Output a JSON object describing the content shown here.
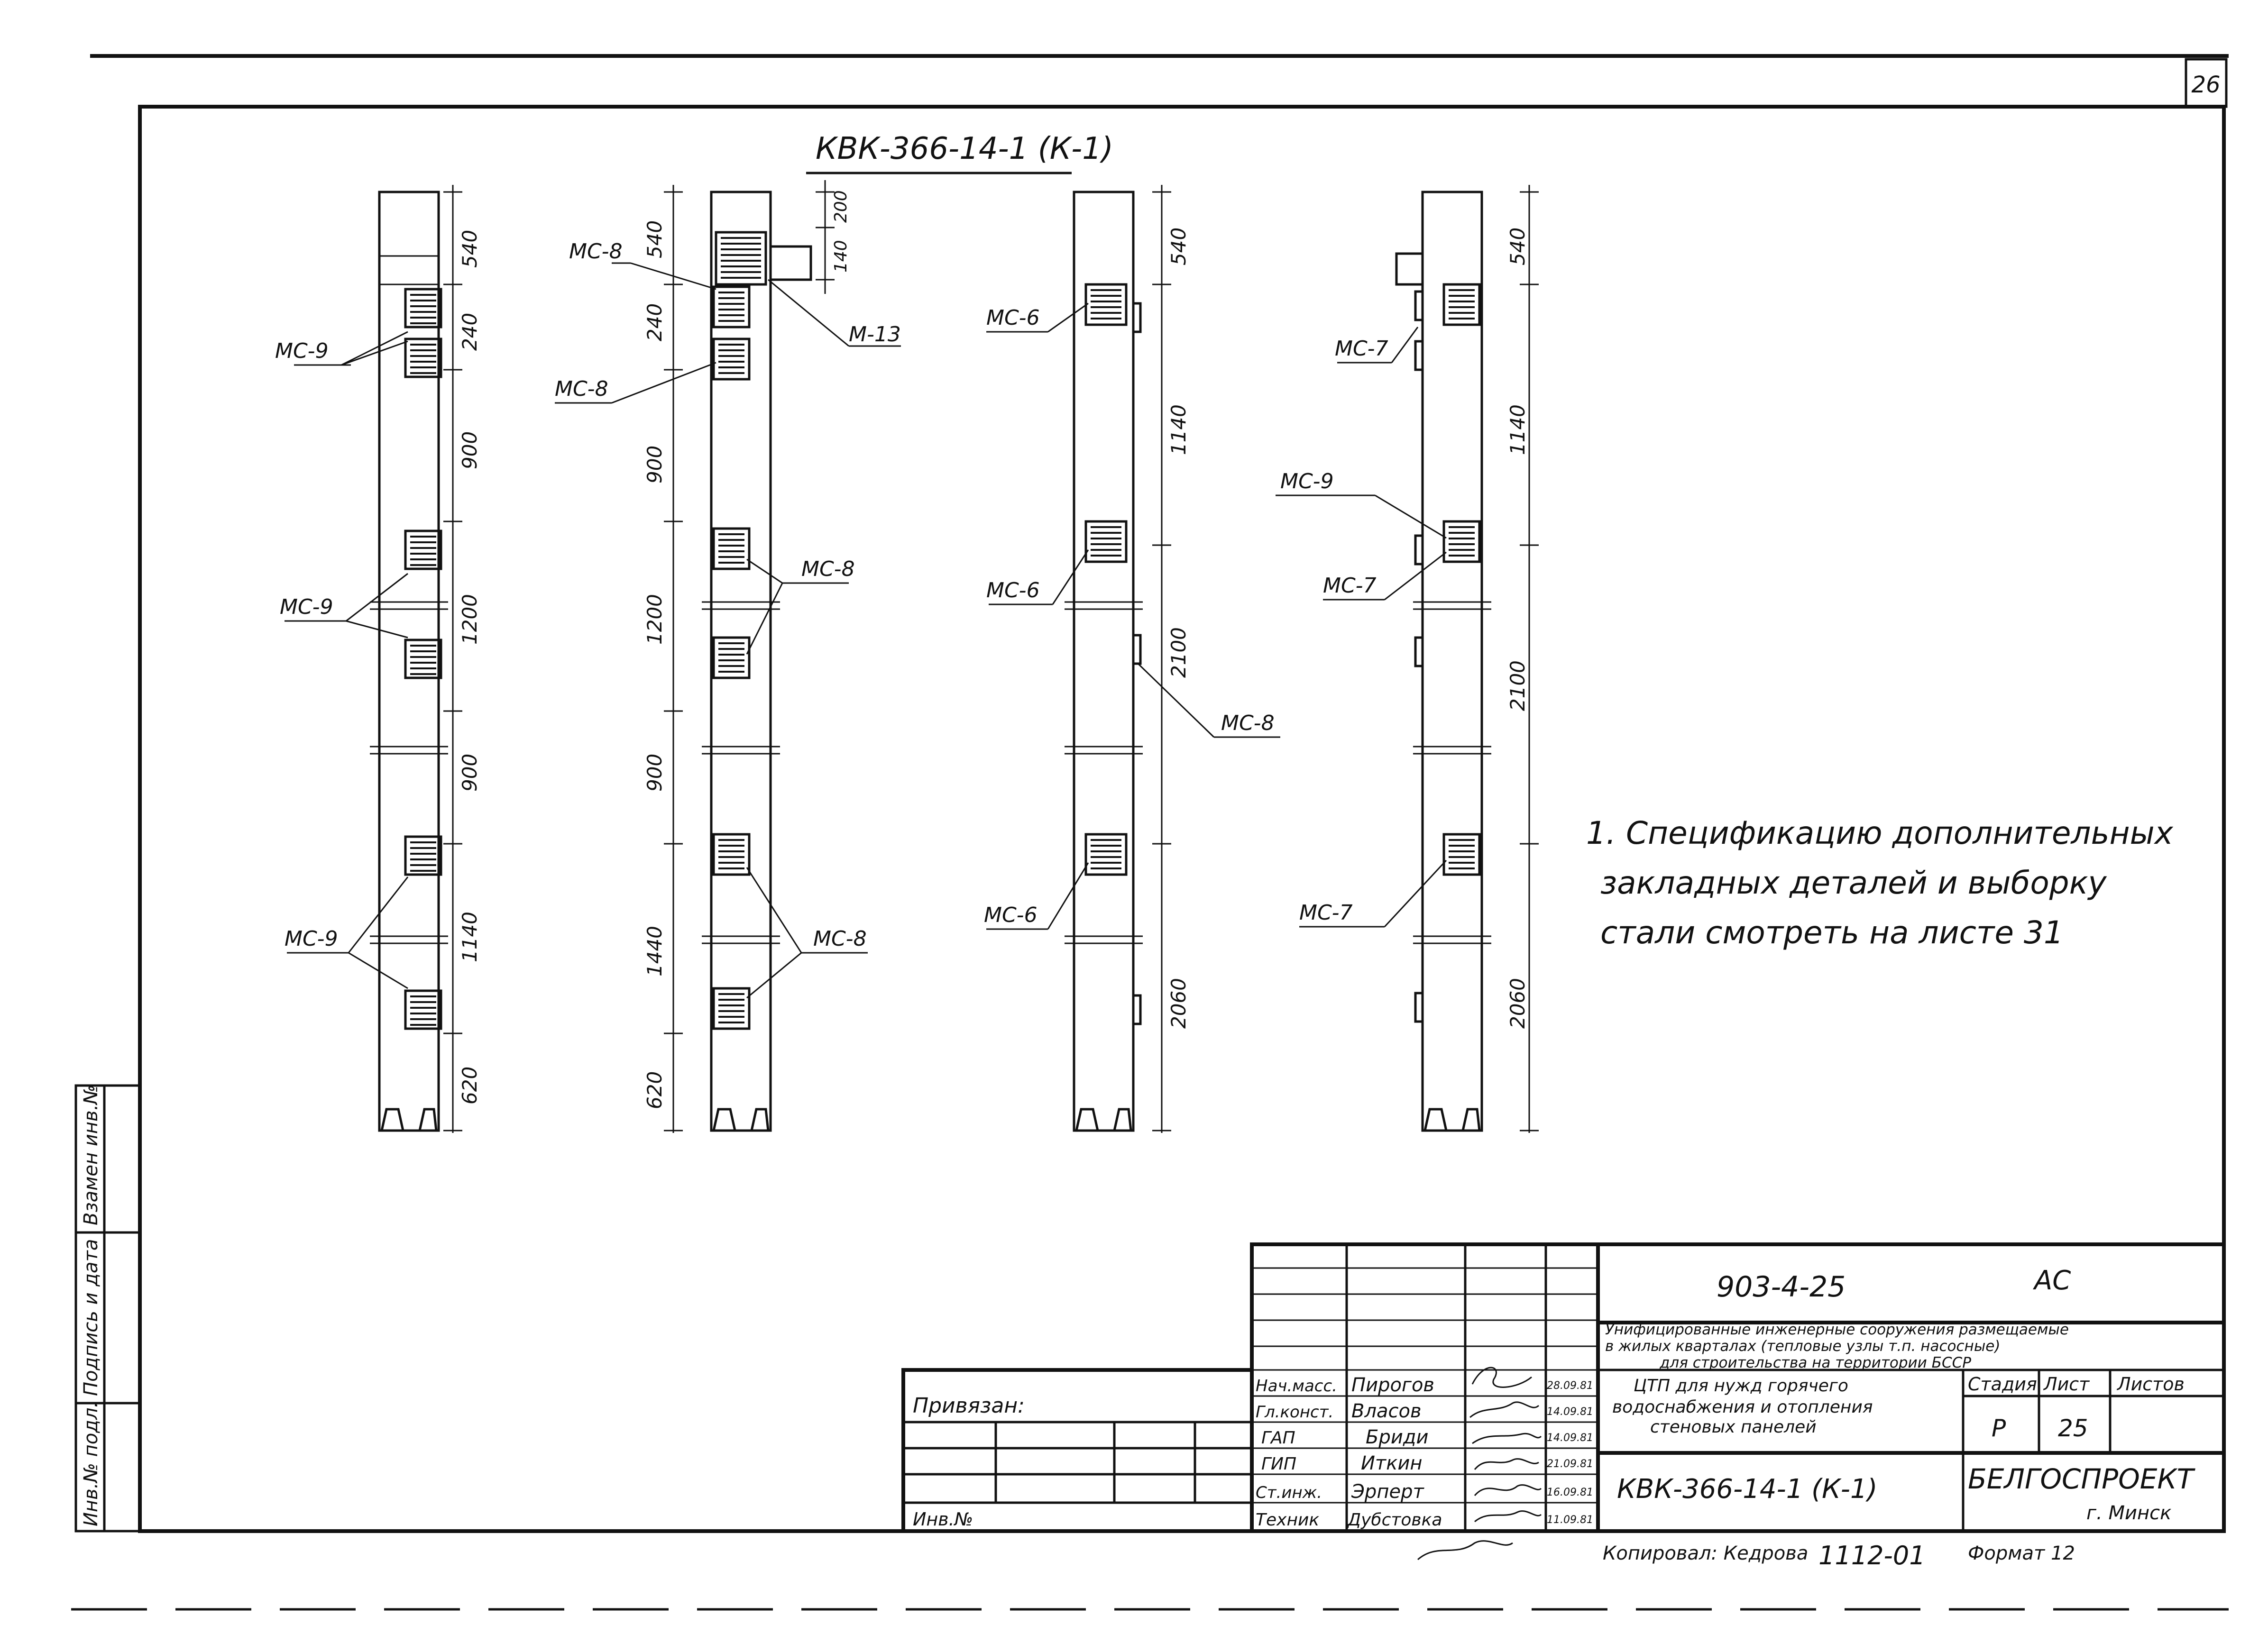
{
  "sheet": {
    "corner_number": "26",
    "title_top": "КВК-366-14-1 (К-1)"
  },
  "panels": [
    {
      "dims": [
        "540",
        "240",
        "900",
        "1200",
        "900",
        "1140",
        "620"
      ],
      "labels": [
        "МС-9",
        "МС-9",
        "МС-9"
      ]
    },
    {
      "dims_left": [
        "540",
        "240",
        "900",
        "1200",
        "900",
        "1440",
        "620"
      ],
      "dims_top": [
        "200",
        "140"
      ],
      "labels": [
        "МС-8",
        "МС-8",
        "М-13",
        "МС-8",
        "МС-8"
      ]
    },
    {
      "dims": [
        "540",
        "1140",
        "2100",
        "2060"
      ],
      "labels": [
        "МС-6",
        "МС-6",
        "МС-8",
        "МС-6"
      ]
    },
    {
      "dims": [
        "540",
        "1140",
        "2100",
        "2060"
      ],
      "labels": [
        "МС-7",
        "МС-9",
        "МС-7",
        "МС-7"
      ]
    }
  ],
  "note": {
    "line1": "1. Спецификацию дополнительных",
    "line2": "закладных деталей и выборку",
    "line3": "стали смотреть на листе 31"
  },
  "side_stamps": [
    "Взамен инв.№",
    "Подпись и дата",
    "Инв.№ подл."
  ],
  "titleblock": {
    "doc_code": "903-4-25",
    "mark": "АС",
    "description1": "Унифицированные инженерные сооружения размещаемые",
    "description2": "в жилых кварталах (тепловые узлы т.п. насосные)",
    "description3": "для строительства на территории БССР",
    "project1": "ЦТП для нужд горячего",
    "project2": "водоснабжения и отопления",
    "project3": "стеновых панелей",
    "stage_label": "Стадия",
    "sheet_label": "Лист",
    "sheets_label": "Листов",
    "stage": "Р",
    "sheet": "25",
    "drawing": "КВК-366-14-1 (К-1)",
    "org": "БЕЛГОСПРОЕКТ",
    "city": "г. Минск",
    "bound_label": "Привязан:",
    "inv_label": "Инв.№",
    "copied": "Копировал: Кедрова",
    "copy_no": "1112-01",
    "format": "Формат 12",
    "roles": [
      {
        "role": "Нач.масс.",
        "name": "Пирогов",
        "date": "28.09.81"
      },
      {
        "role": "Гл.конст.",
        "name": "Власов",
        "date": "14.09.81"
      },
      {
        "role": "ГАП",
        "name": "Бриди",
        "date": "14.09.81"
      },
      {
        "role": "ГИП",
        "name": "Иткин",
        "date": "21.09.81"
      },
      {
        "role": "Ст.инж.",
        "name": "Эрперт",
        "date": "16.09.81"
      },
      {
        "role": "Техник",
        "name": "Дубстовка",
        "date": "11.09.81"
      }
    ]
  }
}
